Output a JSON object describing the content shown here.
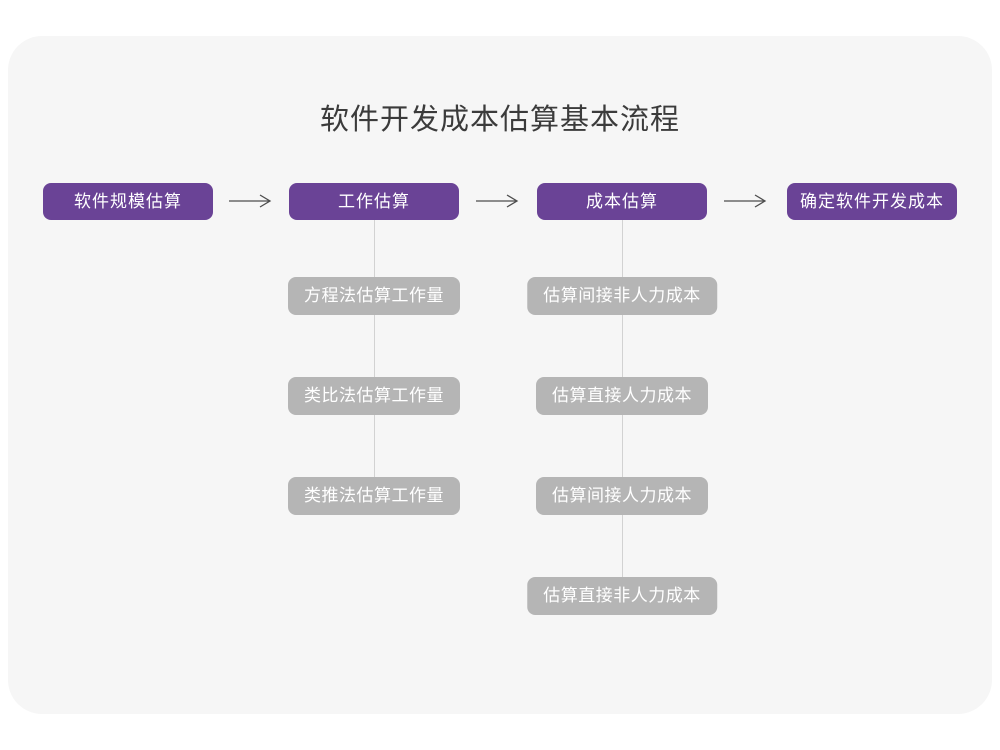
{
  "page": {
    "title": "软件开发成本估算基本流程"
  },
  "flow": {
    "stages": [
      {
        "label": "软件规模估算",
        "children": []
      },
      {
        "label": "工作估算",
        "children": [
          "方程法估算工作量",
          "类比法估算工作量",
          "类推法估算工作量"
        ]
      },
      {
        "label": "成本估算",
        "children": [
          "估算间接非人力成本",
          "估算直接人力成本",
          "估算间接人力成本",
          "估算直接非人力成本"
        ]
      },
      {
        "label": "确定软件开发成本",
        "children": []
      }
    ]
  },
  "colors": {
    "page_bg": "#ffffff",
    "card_bg": "#f6f6f6",
    "title_text": "#3b3b3b",
    "stage_bg": "#6a4396",
    "stage_text": "#ffffff",
    "substep_bg": "#b5b5b5",
    "substep_text": "#ffffff",
    "arrow": "#4d4d4d",
    "connector": "#d2d2d2"
  }
}
